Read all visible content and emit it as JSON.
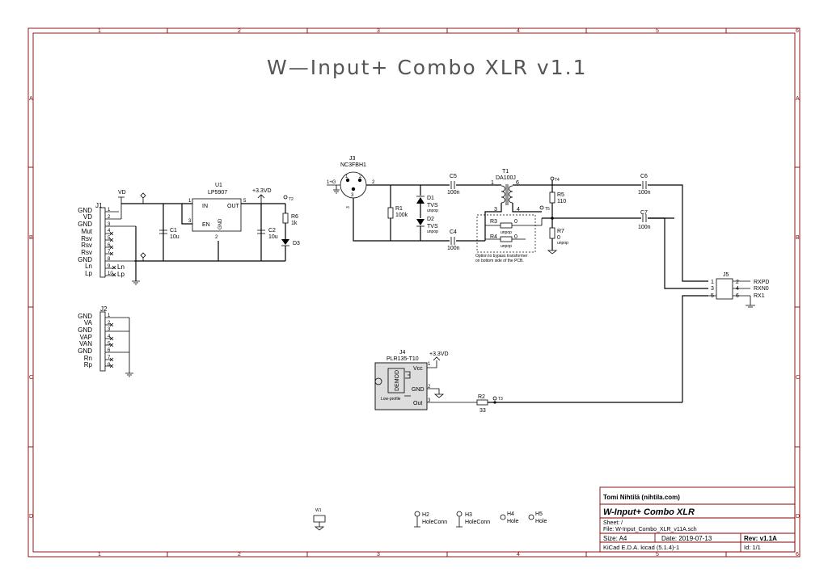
{
  "title": "W—Input+ Combo XLR v1.1",
  "border": {
    "cols": [
      "1",
      "2",
      "3",
      "4",
      "5",
      "6"
    ],
    "rows": [
      "A",
      "B",
      "C",
      "D"
    ]
  },
  "u1": {
    "ref": "U1",
    "value": "LP5907",
    "pin_in": "IN",
    "pin_en": "EN",
    "pin_out": "OUT",
    "pin_gnd": "GND",
    "n1": "1",
    "n3": "3",
    "n5": "5",
    "n2": "2"
  },
  "power": {
    "vd": "VD",
    "v33a": "+3.3VD",
    "v33b": "+3.3VD"
  },
  "c1": {
    "ref": "C1",
    "value": "10u"
  },
  "c2": {
    "ref": "C2",
    "value": "10u"
  },
  "r6": {
    "ref": "R6",
    "value": "1k"
  },
  "d3": {
    "ref": "D3"
  },
  "t2": "T2",
  "j1": {
    "ref": "J1",
    "labels": [
      "GND",
      "VD",
      "GND",
      "Mut",
      "Rsv",
      "Rsv",
      "Rsv",
      "GND",
      "Ln",
      "Lp"
    ],
    "pins": [
      "1",
      "2",
      "3",
      "4",
      "5",
      "6",
      "7",
      "8",
      "9",
      "10"
    ],
    "net_ln": "Ln",
    "net_lp": "Lp"
  },
  "j2": {
    "ref": "J2",
    "labels": [
      "GND",
      "VA",
      "GND",
      "VAP",
      "VAN",
      "GND",
      "Rn",
      "Rp"
    ],
    "pins": [
      "1",
      "2",
      "3",
      "4",
      "5",
      "6",
      "7",
      "8"
    ]
  },
  "j3": {
    "ref": "J3",
    "value": "NC3FBH1",
    "pin1g": "1+G",
    "p1": "1",
    "p2": "2",
    "p3": "3",
    "pin3": "3",
    "pin2": "2"
  },
  "r1": {
    "ref": "R1",
    "value": "100k"
  },
  "d1": {
    "ref": "D1",
    "value": "TVS",
    "note": "unpop"
  },
  "d2": {
    "ref": "D2",
    "value": "TVS",
    "note": "unpop"
  },
  "c5": {
    "ref": "C5",
    "value": "100n"
  },
  "c4": {
    "ref": "C4",
    "value": "100n"
  },
  "t1": {
    "ref": "T1",
    "value": "DA100J",
    "p1": "1",
    "p3": "3",
    "p4": "4",
    "p6": "6"
  },
  "r3": {
    "ref": "R3",
    "value": "0",
    "note": "unpop"
  },
  "r4": {
    "ref": "R4",
    "value": "0",
    "note": "unpop"
  },
  "bypass_note": [
    "Option to bypass transformer",
    "on bottom side of the PCB."
  ],
  "t4": "T4",
  "t5": "T5",
  "r5": {
    "ref": "R5",
    "value": "110"
  },
  "r7": {
    "ref": "R7",
    "value": "0",
    "note": "unpop"
  },
  "c6": {
    "ref": "C6",
    "value": "100n"
  },
  "c7": {
    "ref": "C7",
    "value": "100n"
  },
  "j5": {
    "ref": "J5",
    "pins_left": [
      "1",
      "3",
      "5"
    ],
    "pins_right": [
      "2",
      "4",
      "6"
    ],
    "nets": [
      "RXPD",
      "RXN0",
      "RX1"
    ]
  },
  "j4": {
    "ref": "J4",
    "value": "PLR135-T10",
    "demod": "DEMOD",
    "low_profile": "Low-profile",
    "vcc": "Vcc",
    "gnd": "GND",
    "out": "Out",
    "p1": "1",
    "p2": "2",
    "p3": "3",
    "supply": "+3.3VD"
  },
  "r2": {
    "ref": "R2",
    "value": "33"
  },
  "t3": "T3",
  "w1": "W1",
  "holes": [
    {
      "ref": "H2",
      "value": "HoleConn"
    },
    {
      "ref": "H3",
      "value": "HoleConn"
    },
    {
      "ref": "H4",
      "value": "Hole"
    },
    {
      "ref": "H5",
      "value": "Hole"
    }
  ],
  "titleblock": {
    "company": "Tomi Nihtilä (nihtila.com)",
    "title": "W-Input+ Combo XLR",
    "sheet": "Sheet: /",
    "file": "File: W-Input_Combo_XLR_v11A.sch",
    "size": "Size: A4",
    "date": "Date: 2019-07-13",
    "rev": "Rev: v1.1A",
    "tool": "KiCad E.D.A.  kicad (5.1.4)-1",
    "id": "Id: 1/1"
  }
}
